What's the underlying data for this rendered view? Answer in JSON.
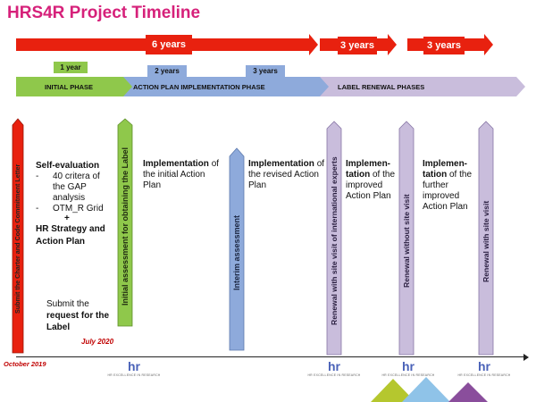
{
  "title": "HRS4R Project Timeline",
  "durations": {
    "six_years": "6 years",
    "three_years_a": "3 years",
    "three_years_b": "3 years",
    "one_year": "1 year",
    "two_years": "2 years",
    "three_years_c": "3 years"
  },
  "phases": {
    "initial": "INITIAL PHASE",
    "action_plan": "ACTION PLAN IMPLEMENTATION PHASE",
    "renewal": "LABEL RENEWAL PHASES"
  },
  "milestones": {
    "submit_charter": "Submit the Charter and Code Commitment Letter",
    "initial_assessment": "Initial assessment for obtaining the Label",
    "interim_assessment": "Interim assessment",
    "renewal_international": "Renewal with site visit of international experts",
    "renewal_without": "Renewal  without site visit",
    "renewal_with": "Renewal  with site visit"
  },
  "self_evaluation": {
    "heading": "Self-evaluation",
    "item1_dash": "-",
    "item1_line1": "40 critera of",
    "item1_line2": "the GAP",
    "item1_line3": "analysis",
    "item2_dash": "-",
    "item2": "OTM_R Grid",
    "plus": "+",
    "strategy": "HR Strategy and Action Plan"
  },
  "submit_request": {
    "pre": "Submit the",
    "bold": "request for the Label"
  },
  "blocks": {
    "impl1_bold": "Implementation",
    "impl1_rest": "of the initial Action Plan",
    "impl2_bold": "Implementation",
    "impl2_rest": "of the revised Action Plan",
    "impl3_bold_a": "Implemen-",
    "impl3_bold_b": "tation",
    "impl3_rest_a": "of",
    "impl3_rest_b": "the improved Action Plan",
    "impl4_bold_a": "Implemen-",
    "impl4_bold_b": "tation",
    "impl4_rest_a": "of",
    "impl4_rest_b": "the further improved Action Plan"
  },
  "dates": {
    "july": "July 2020",
    "october": "October 2019"
  },
  "logos": [
    {
      "mark": "hr",
      "caption": "HR EXCELLENCE IN RESEARCH"
    },
    {
      "mark": "hr",
      "caption": "HR EXCELLENCE IN RESEARCH"
    },
    {
      "mark": "hr",
      "caption": "HR EXCELLENCE IN RESEARCH"
    },
    {
      "mark": "hr",
      "caption": "HR EXCELLENCE IN RESEARCH"
    }
  ],
  "colors": {
    "title": "#d6217a",
    "red_arrow": "#e8210f",
    "green": "#8fc84b",
    "blue": "#8eaadb",
    "lilac": "#c9bddc",
    "red_pillar": "#e8210f",
    "date": "#c00000"
  }
}
